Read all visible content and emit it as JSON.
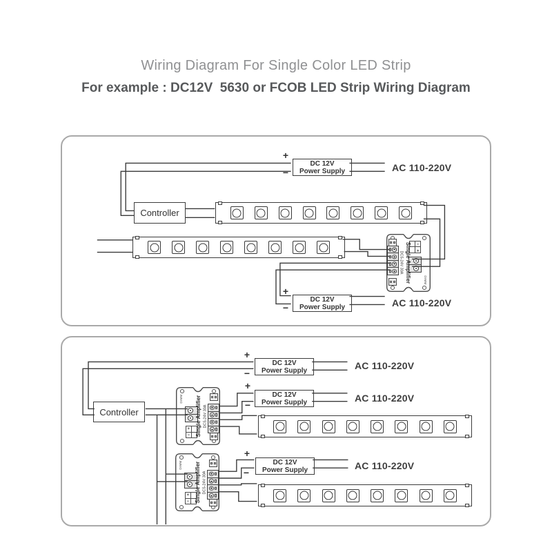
{
  "header": {
    "title": "Wiring Diagram For Single Color LED Strip",
    "subtitle": "For example : DC12V  5630 or FCOB LED Strip Wiring Diagram"
  },
  "labels": {
    "controller": "Controller",
    "power_supply_line1": "DC 12V",
    "power_supply_line2": "Power Supply",
    "ac_input": "AC 110-220V",
    "plus": "+",
    "minus": "−"
  },
  "amplifier": {
    "name": "Single Amplifier",
    "rating": "DC5-24V 30A",
    "dimmer_label": "DIMM"
  },
  "panels": [
    {
      "controller_count": 1,
      "power_supply_count": 2,
      "amplifier_count": 1,
      "led_strips": [
        8,
        8
      ]
    },
    {
      "controller_count": 1,
      "power_supply_count": 3,
      "amplifier_count": 2,
      "led_strips": [
        8,
        8
      ]
    }
  ]
}
